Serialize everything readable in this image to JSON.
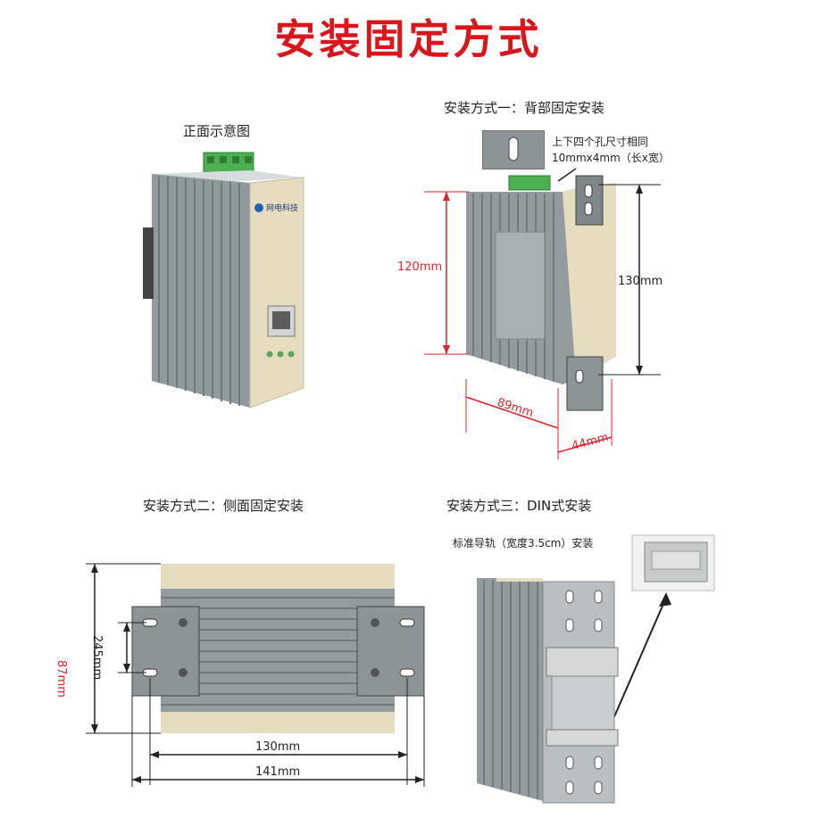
{
  "title": "安装固定方式",
  "front": {
    "caption": "正面示意图",
    "brand": "网电科技"
  },
  "method1": {
    "caption": "安装方式一：背部固定安装",
    "hole_note_line1": "上下四个孔尺寸相同",
    "hole_note_line2": "10mmx4mm（长x宽）",
    "dim_height": "120mm",
    "dim_bracket": "130mm",
    "dim_depth": "89mm",
    "dim_width": "44mm"
  },
  "method2": {
    "caption": "安装方式二：侧面固定安装",
    "dim_height": "87mm",
    "dim_holes": "245mm",
    "dim_inner": "130mm",
    "dim_outer": "141mm"
  },
  "method3": {
    "caption": "安装方式三：DIN式安装",
    "rail_note": "标准导轨（宽度3.5cm）安装"
  },
  "colors": {
    "title_red": "#d8161c",
    "dim_red": "#e0242a",
    "body_gray": "#9aa4a6",
    "panel_beige": "#e6dcc0"
  }
}
